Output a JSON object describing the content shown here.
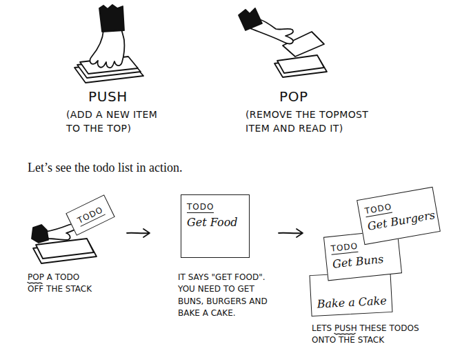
{
  "diagram": {
    "nodes": [
      {
        "text": [
          "TODO"
        ]
      },
      {
        "text": [
          "TODO",
          "Get Food"
        ]
      },
      {
        "text": [
          "TODO",
          "Get Burgers"
        ]
      },
      {
        "text": [
          "TODO",
          "Get Buns"
        ]
      },
      {
        "text": [
          "Bake a Cake"
        ]
      }
    ],
    "labels": [
      "PUSH",
      "(ADD A NEW ITEM TO THE TOP)",
      "POP",
      "(REMOVE THE TOPMOST ITEM AND READ IT)",
      "Let’s see the todo list in action.",
      "POP A TODO OFF THE STACK",
      "IT SAYS \"GET FOOD\". YOU NEED TO GET BUNS, BURGERS AND BAKE A CAKE.",
      "LETS PUSH THESE TODOS ONTO THE STACK"
    ]
  }
}
